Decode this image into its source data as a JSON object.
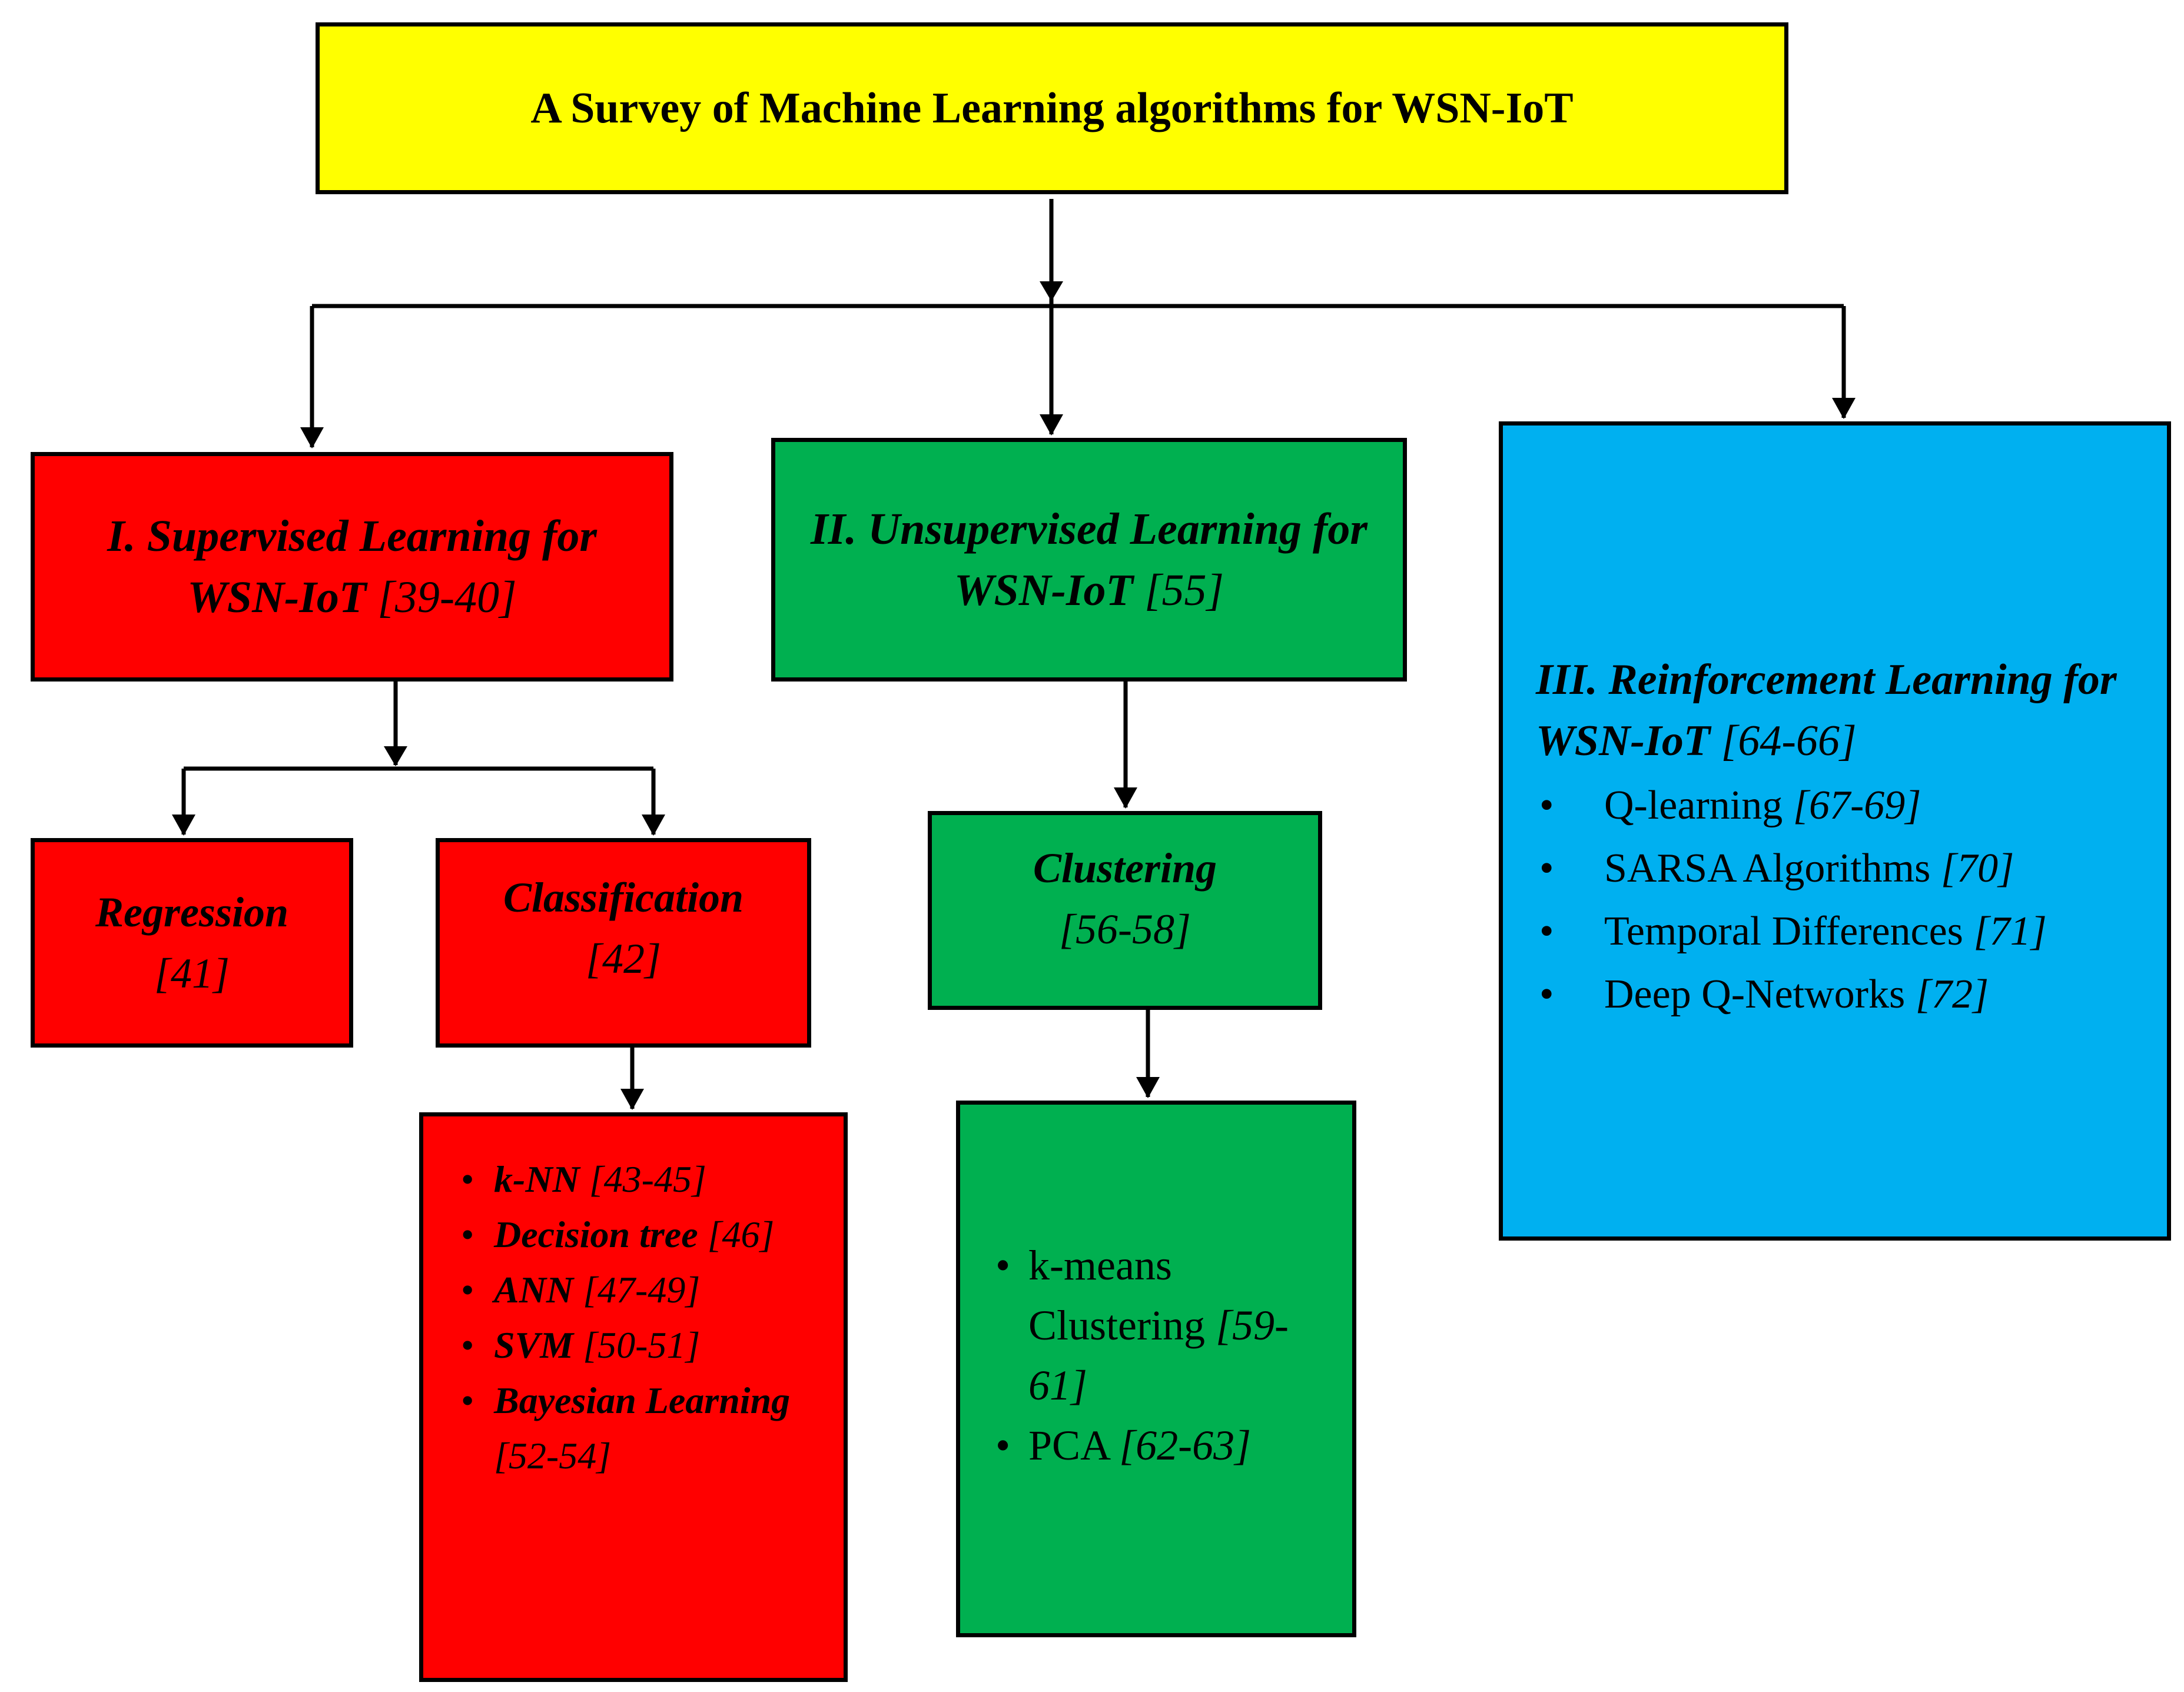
{
  "title": "A Survey of Machine Learning algorithms for WSN-IoT",
  "supervised": {
    "label": "I. Supervised Learning for WSN-IoT",
    "ref": "[39-40]"
  },
  "unsupervised": {
    "label": "II. Unsupervised Learning for WSN-IoT",
    "ref": "[55]"
  },
  "reinforcement": {
    "label": "III. Reinforcement Learning for WSN-IoT",
    "ref": "[64-66]",
    "items": [
      {
        "name": "Q-learning",
        "ref": "[67-69]"
      },
      {
        "name": "SARSA Algorithms",
        "ref": "[70]"
      },
      {
        "name": "Temporal Differences",
        "ref": "[71]"
      },
      {
        "name": "Deep Q-Networks",
        "ref": "[72]"
      }
    ]
  },
  "regression": {
    "label": "Regression",
    "ref": "[41]"
  },
  "classification": {
    "label": "Classification",
    "ref": "[42]",
    "items": [
      {
        "name": "k-NN",
        "ref": "[43-45]"
      },
      {
        "name": "Decision tree",
        "ref": "[46]"
      },
      {
        "name": "ANN",
        "ref": "[47-49]"
      },
      {
        "name": "SVM",
        "ref": "[50-51]"
      },
      {
        "name": "Bayesian Learning",
        "ref": "[52-54]"
      }
    ]
  },
  "clustering": {
    "label": "Clustering",
    "ref": "[56-58]",
    "items": [
      {
        "name": "k-means Clustering",
        "ref": "[59-61]"
      },
      {
        "name": "PCA",
        "ref": "[62-63]"
      }
    ]
  }
}
